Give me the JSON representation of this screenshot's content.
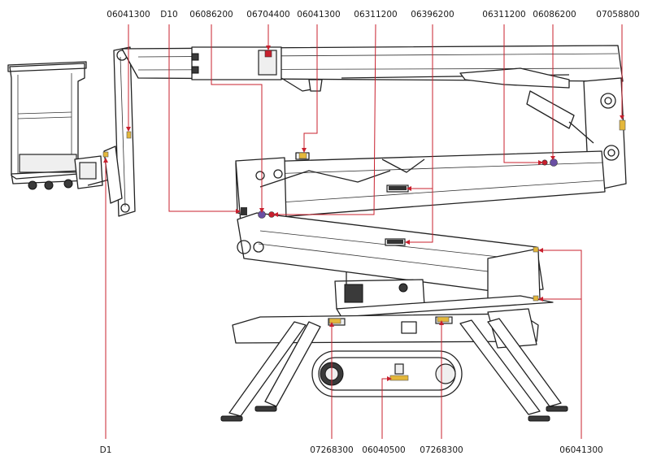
{
  "labels": {
    "top_06041300_a": "06041300",
    "top_d10": "D10",
    "top_06086200_a": "06086200",
    "top_06704400": "06704400",
    "top_06041300_b": "06041300",
    "top_06311200_a": "06311200",
    "top_06396200": "06396200",
    "top_06311200_b": "06311200",
    "top_06086200_b": "06086200",
    "top_07058800": "07058800",
    "bot_d1": "D1",
    "bot_07268300_a": "07268300",
    "bot_06040500": "06040500",
    "bot_07268300_b": "07268300",
    "bot_06041300": "06041300"
  },
  "colors": {
    "leader_line": "#c8202e",
    "outline": "#222222",
    "decal_yellow": "#e4b73a",
    "decal_blue": "#6a4fa3"
  }
}
